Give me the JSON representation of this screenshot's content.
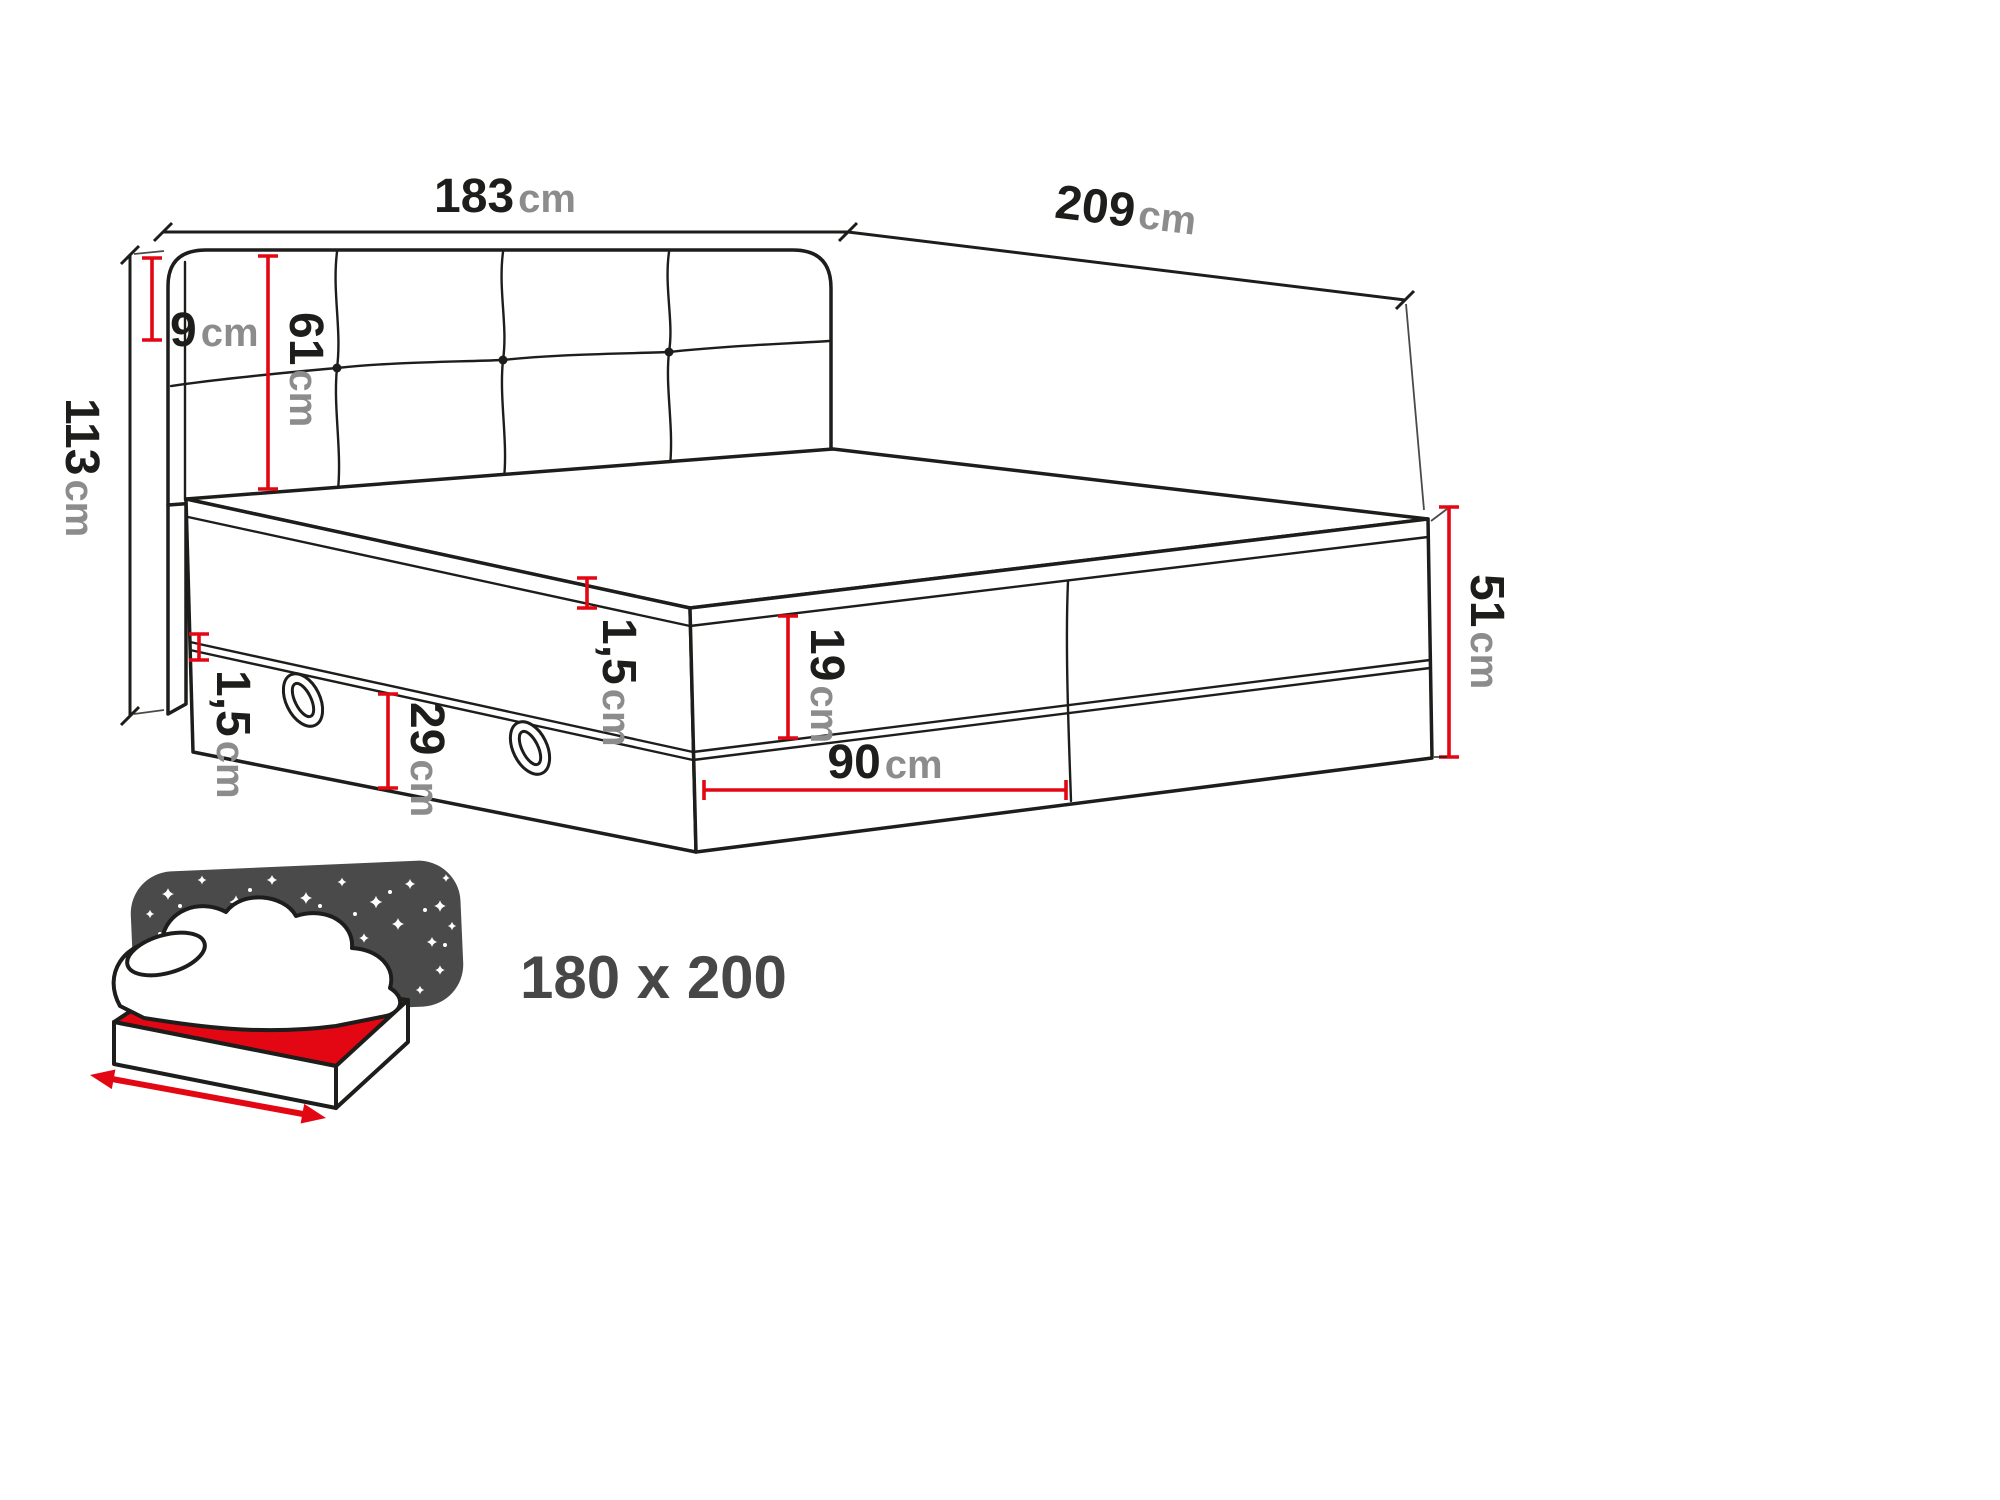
{
  "colors": {
    "outline": "#1d1d1b",
    "dimension_line": "#e30613",
    "number_text": "#1d1d1b",
    "unit_text": "#8c8c8c",
    "icon_headboard": "#4a4a4a",
    "background": "#ffffff"
  },
  "dims": {
    "width": {
      "value": "183",
      "unit": "cm"
    },
    "length": {
      "value": "209",
      "unit": "cm"
    },
    "headboard_top_border": {
      "value": "9",
      "unit": "cm"
    },
    "headboard_height": {
      "value": "61",
      "unit": "cm"
    },
    "total_height": {
      "value": "113",
      "unit": "cm"
    },
    "base_piping": {
      "value": "1,5",
      "unit": "cm"
    },
    "base_front_height": {
      "value": "29",
      "unit": "cm"
    },
    "topper_piping": {
      "value": "1,5",
      "unit": "cm"
    },
    "mattress_height": {
      "value": "19",
      "unit": "cm"
    },
    "base_section_width": {
      "value": "90",
      "unit": "cm"
    },
    "foot_end_height": {
      "value": "51",
      "unit": "cm"
    }
  },
  "size_badge": {
    "label": "180 x 200"
  }
}
